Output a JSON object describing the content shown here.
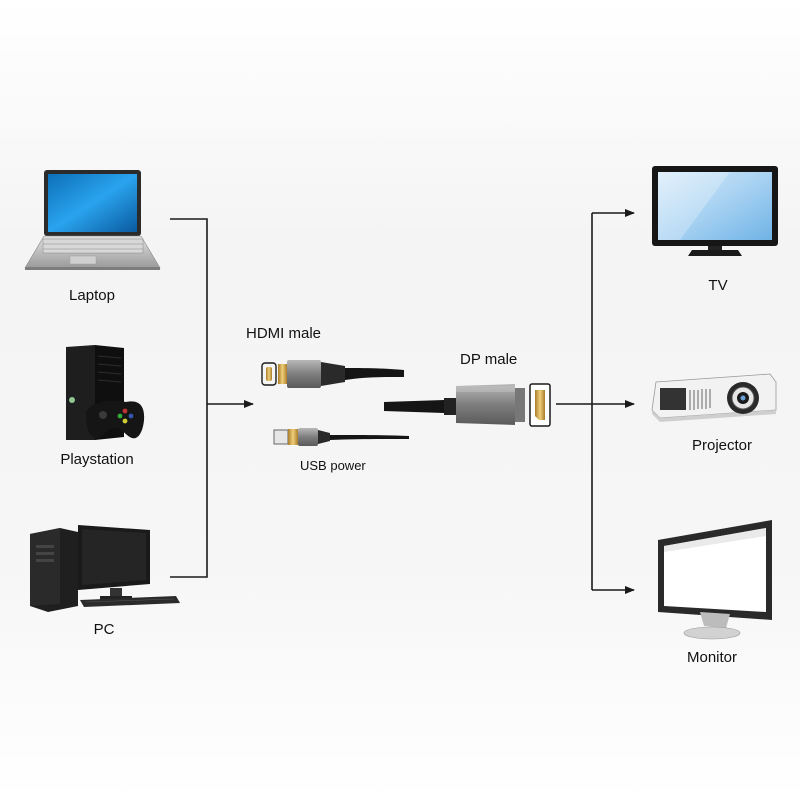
{
  "sources": {
    "laptop": "Laptop",
    "playstation": "Playstation",
    "pc": "PC"
  },
  "adapter": {
    "hdmi_label": "HDMI  male",
    "usb_label": "USB power",
    "dp_label": "DP male"
  },
  "outputs": {
    "tv": "TV",
    "projector": "Projector",
    "monitor": "Monitor"
  },
  "colors": {
    "line": "#1a1a1a",
    "screen_blue": "#1e8fd8",
    "device_dark": "#1c1c1c",
    "metal": "#8a8a8a",
    "gold": "#c9a24a"
  }
}
